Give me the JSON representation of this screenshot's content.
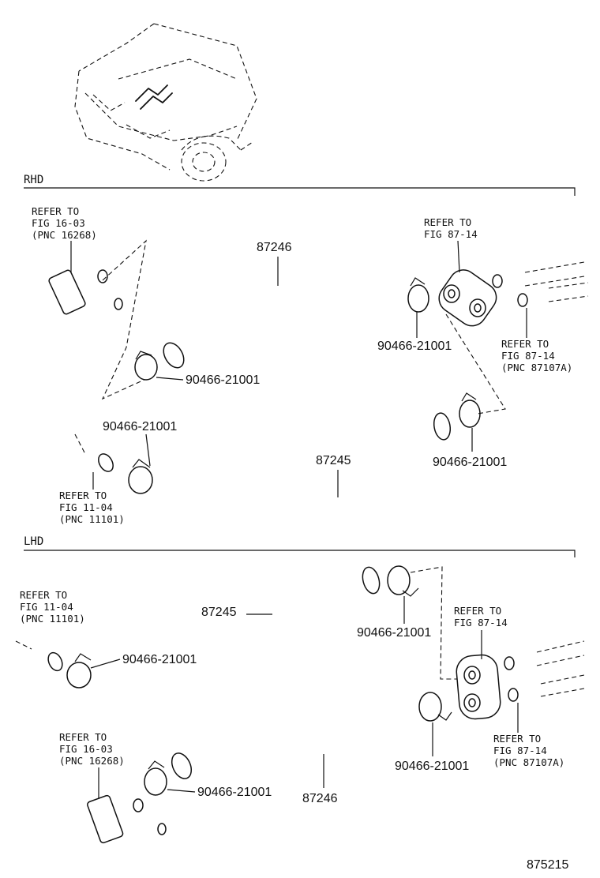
{
  "sections": {
    "rhd": "RHD",
    "lhd": "LHD"
  },
  "labels": {
    "rhd_ref_16_03": [
      "REFER TO",
      "FIG 16-03",
      "(PNC 16268)"
    ],
    "rhd_ref_87_14_top": [
      "REFER TO",
      "FIG 87-14"
    ],
    "rhd_ref_87_14_side": [
      "REFER TO",
      "FIG 87-14",
      "(PNC 87107A)"
    ],
    "rhd_ref_11_04": [
      "REFER TO",
      "FIG 11-04",
      "(PNC 11101)"
    ],
    "lhd_ref_11_04": [
      "REFER TO",
      "FIG 11-04",
      "(PNC 11101)"
    ],
    "lhd_ref_87_14_top": [
      "REFER TO",
      "FIG 87-14"
    ],
    "lhd_ref_16_03": [
      "REFER TO",
      "FIG 16-03",
      "(PNC 16268)"
    ],
    "lhd_ref_87_14_side": [
      "REFER TO",
      "FIG 87-14",
      "(PNC 87107A)"
    ]
  },
  "parts": {
    "hose_87246": "87246",
    "hose_87245": "87245",
    "clamp": "90466-21001"
  },
  "figure_number": "875215"
}
